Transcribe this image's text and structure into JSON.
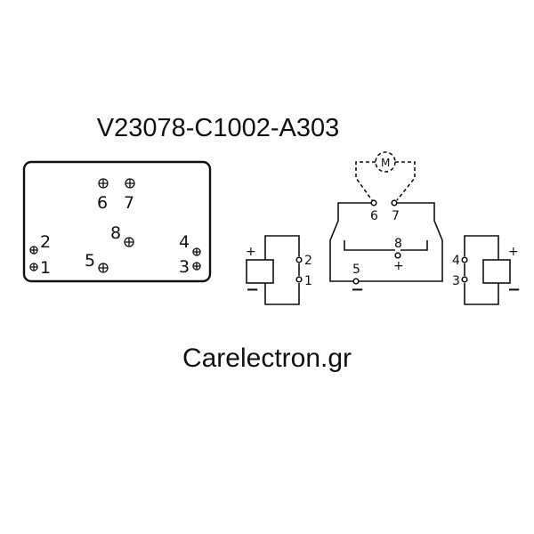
{
  "title": "V23078-C1002-A303",
  "brand": "Carelectron.gr",
  "footprint": {
    "pins": [
      "1",
      "2",
      "3",
      "4",
      "5",
      "6",
      "7",
      "8"
    ]
  },
  "schematic": {
    "motor_label": "M",
    "pins": {
      "p1": "1",
      "p2": "2",
      "p3": "3",
      "p4": "4",
      "p5": "5",
      "p6": "6",
      "p7": "7",
      "p8": "8"
    },
    "plus": "+",
    "minus": "−"
  }
}
